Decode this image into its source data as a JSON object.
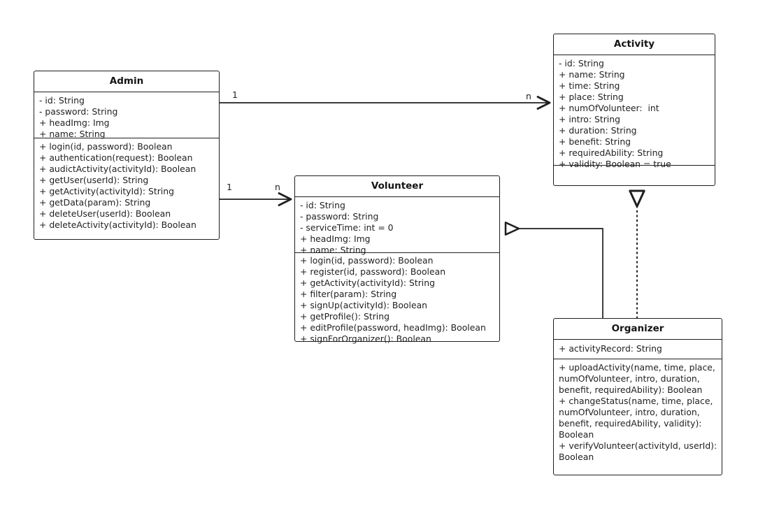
{
  "diagram": {
    "type": "uml-class-diagram",
    "background": "#ffffff",
    "line_color": "#1f1f1f",
    "classes": [
      {
        "id": "admin",
        "name": "Admin",
        "attributes": [
          "- id: String",
          "- password: String",
          "+ headImg: Img",
          "+ name: String"
        ],
        "methods": [
          "+ login(id, password): Boolean",
          "+ authentication(request): Boolean",
          "+ audictActivity(activityId): Boolean",
          "+ getUser(userId): String",
          "+ getActivity(activityId): String",
          "+ getData(param): String",
          "+ deleteUser(userId): Boolean",
          "+ deleteActivity(activityId): Boolean"
        ]
      },
      {
        "id": "activity",
        "name": "Activity",
        "attributes": [
          "- id: String",
          "+ name: String",
          "+ time: String",
          "+ place: String",
          "+ numOfVolunteer:  int",
          "+ intro: String",
          "+ duration: String",
          "+ benefit: String",
          "+ requiredAbility: String",
          "+ validity: Boolean = true"
        ],
        "methods": []
      },
      {
        "id": "volunteer",
        "name": "Volunteer",
        "attributes": [
          "- id: String",
          "- password: String",
          "- serviceTime: int = 0",
          "+ headImg: Img",
          "+ name: String"
        ],
        "methods": [
          "+ login(id, password): Boolean",
          "+ register(id, password): Boolean",
          "+ getActivity(activityId): String",
          "+ filter(param): String",
          "+ signUp(activityId): Boolean",
          "+ getProfile(): String",
          "+ editProfile(password, headImg): Boolean",
          "+ signForOrganizer(): Boolean"
        ]
      },
      {
        "id": "organizer",
        "name": "Organizer",
        "attributes": [
          "+ activityRecord: String"
        ],
        "methods": [
          "+ uploadActivity(name, time, place, numOfVolunteer, intro, duration, benefit, requiredAbility): Boolean",
          "+ changeStatus(name, time, place, numOfVolunteer, intro, duration, benefit, requiredAbility, validity): Boolean",
          "+ verifyVolunteer(activityId, userId): Boolean"
        ]
      }
    ],
    "relationships": [
      {
        "id": "admin-activity",
        "from": "admin",
        "to": "activity",
        "kind": "association",
        "source_multiplicity": "1",
        "target_multiplicity": "n"
      },
      {
        "id": "admin-volunteer",
        "from": "admin",
        "to": "volunteer",
        "kind": "association",
        "source_multiplicity": "1",
        "target_multiplicity": "n"
      },
      {
        "id": "organizer-volunteer",
        "from": "organizer",
        "to": "volunteer",
        "kind": "generalization",
        "source_multiplicity": "",
        "target_multiplicity": ""
      },
      {
        "id": "organizer-activity",
        "from": "organizer",
        "to": "activity",
        "kind": "dependency",
        "source_multiplicity": "",
        "target_multiplicity": ""
      }
    ]
  }
}
